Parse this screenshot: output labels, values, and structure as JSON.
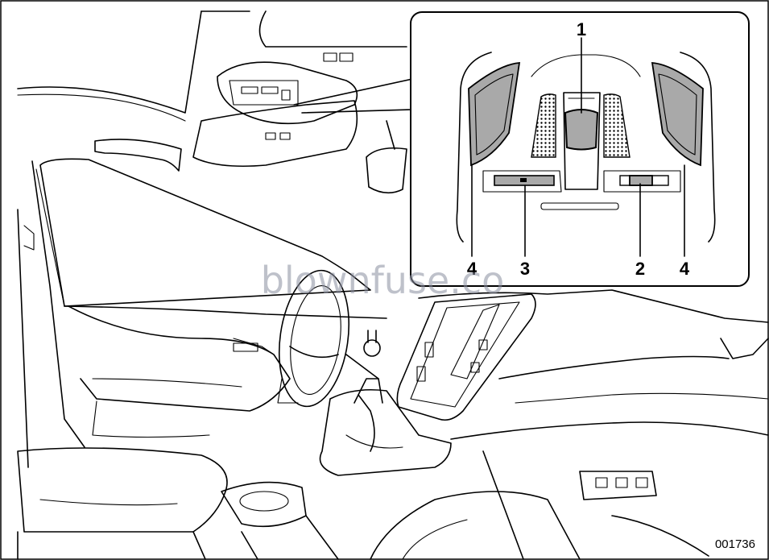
{
  "figure_code": "001736",
  "watermark": "blownfuse.co",
  "callouts": {
    "c1": "1",
    "c2": "2",
    "c3": "3",
    "c4_left": "4",
    "c4_right": "4"
  },
  "colors": {
    "line": "#000000",
    "panel_fill": "#a9a9a9",
    "background": "#ffffff"
  }
}
